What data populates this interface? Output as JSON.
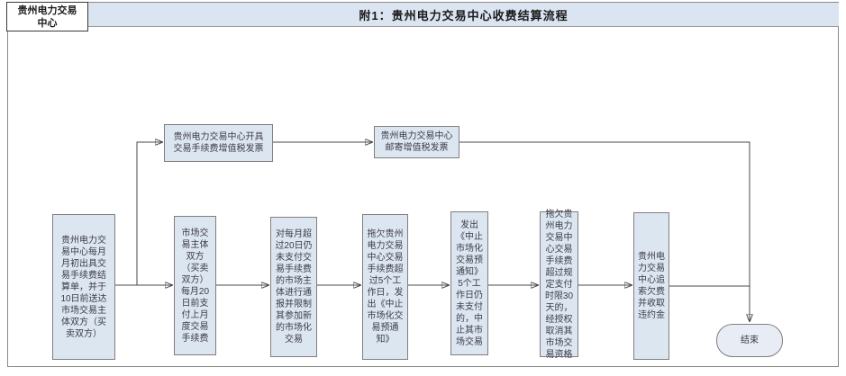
{
  "header": {
    "org": "贵州电力交易中心",
    "title": "附1：贵州电力交易中心收费结算流程"
  },
  "flowchart": {
    "steps": [
      {
        "text": "贵州电力交易中心每月月初出具交易手续费结算单，并于10日前送达市场交易主体双方（买卖双方）"
      },
      {
        "text": "市场交易主体双方（买卖双方）每月20日前支付上月度交易手续费"
      },
      {
        "text": "对每月超过20日仍未支付交易手续费的市场主体进行通报并限制其参加新的市场化交易"
      },
      {
        "text": "拖欠贵州电力交易中心交易手续费超过5个工作日，发出《中止市场化交易预通知》"
      },
      {
        "text": "发出《中止市场化交易预通知》5个工作日仍未支付的，中止其市场交易"
      },
      {
        "text": "拖欠贵州电力交易中心交易手续费超过规定支付时限30天的，经授权取消其市场交易资格"
      },
      {
        "text": "贵州电力交易中心追索欠费并收取违约金"
      }
    ],
    "invoice_branch": [
      {
        "text": "贵州电力交易中心开具交易手续费增值税发票"
      },
      {
        "text": "贵州电力交易中心邮寄增值税发票"
      }
    ],
    "terminator_label": "结束"
  },
  "colors": {
    "box_fill": "#dce6f1",
    "box_border": "#7f7f7f",
    "band_fill": "#dbe5f1",
    "line": "#4a4a4a",
    "frame_border": "#8a8a8a"
  }
}
